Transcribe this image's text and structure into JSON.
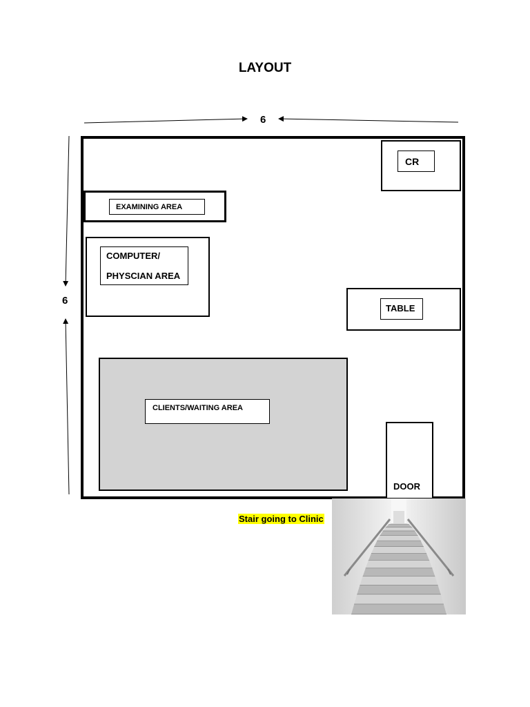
{
  "title": "LAYOUT",
  "dimensions": {
    "width": "6",
    "height": "6"
  },
  "rooms": {
    "cr": "CR",
    "examining": "EXAMINING AREA",
    "computer_line1": "COMPUTER/",
    "computer_line2": "PHYSCIAN AREA",
    "table": "TABLE",
    "waiting": "CLIENTS/WAITING AREA",
    "door": "DOOR"
  },
  "caption": "Stair going to Clinic",
  "colors": {
    "waiting_fill": "#d3d3d3",
    "caption_highlight": "#ffff00"
  }
}
